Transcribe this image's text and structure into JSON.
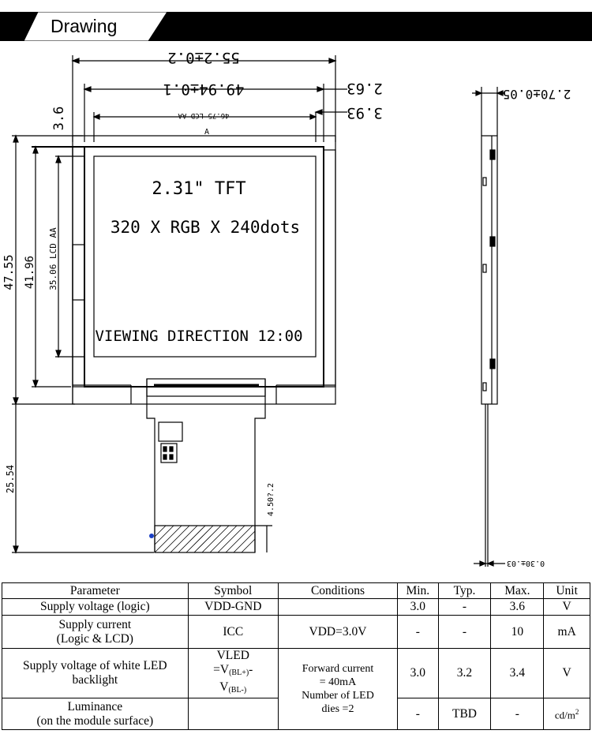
{
  "header": {
    "title": "Drawing"
  },
  "drawing": {
    "dim_width_total": "55.2±0.2",
    "dim_width_active": "49.94±0.1",
    "dim_width_lcd_aa": "46.75 LCD AA",
    "dim_right_263": "2.63",
    "dim_right_393": "3.93",
    "dim_top_36": "3.6",
    "dim_height_total": "47.55",
    "dim_height_active": "41.96",
    "dim_height_lcd_aa": "35.06 LCD AA",
    "dim_fpc_length": "25.54",
    "dim_fpc_end": "4.50?.2",
    "dim_thickness": "2.70±0.05",
    "dim_fpc_thickness": "0.30±.03",
    "marker_a": "A",
    "screen_line1": "2.31\" TFT",
    "screen_line2": "320 X RGB X 240dots",
    "screen_line3": "VIEWING DIRECTION 12:00"
  },
  "table": {
    "headers": [
      "Parameter",
      "Symbol",
      "Conditions",
      "Min.",
      "Typ.",
      "Max.",
      "Unit"
    ],
    "rows": [
      {
        "parameter": "Supply voltage (logic)",
        "symbol": "VDD-GND",
        "conditions": "",
        "min": "3.0",
        "typ": "-",
        "max": "3.6",
        "unit": "V"
      },
      {
        "parameter_l1": "Supply current",
        "parameter_l2": "(Logic & LCD)",
        "symbol": "ICC",
        "conditions": "VDD=3.0V",
        "min": "-",
        "typ": "-",
        "max": "10",
        "unit": "mA"
      },
      {
        "parameter_l1": "Supply voltage of white LED",
        "parameter_l2": "backlight",
        "symbol_l1": "VLED",
        "symbol_l2": "=V",
        "symbol_sub2": "(BL+)",
        "symbol_l2b": "-",
        "symbol_l3": "V",
        "symbol_sub3": "(BL-)",
        "cond_l1": "Forward current",
        "cond_l2": "= 40mA",
        "cond_l3": "Number of LED",
        "cond_l4": "dies =2",
        "min": "3.0",
        "typ": "3.2",
        "max": "3.4",
        "unit": "V"
      },
      {
        "parameter_l1": "Luminance",
        "parameter_l2": "(on the module surface)",
        "symbol": "",
        "min": "-",
        "typ": "TBD",
        "max": "-",
        "unit": "cd/m",
        "unit_sup": "2"
      }
    ]
  }
}
